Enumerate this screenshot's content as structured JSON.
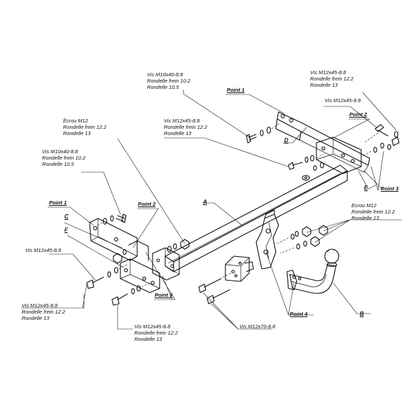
{
  "labels": {
    "vis_m10x40_top": [
      "Vis M10x40-8.8",
      "Rondelle frein 10.2",
      "Rondelle 10.5"
    ],
    "vis_m12x45_top_right": [
      "Vis M12x45-8.8",
      "Rondelle frein 12.2",
      "Rondelle 13"
    ],
    "vis_m12x45_right_single": [
      "Vis M12x45-8.8"
    ],
    "vis_m12x45_center": [
      "Vis M12x45-8.8",
      "Rondelle frein 12.2",
      "Rondelle 13"
    ],
    "ecrou_m12_left": [
      "Écrou M12",
      "Rondelle frein 12.2",
      "Rondelle 13"
    ],
    "vis_m10x40_left": [
      "Vis M10x40-8.8",
      "Rondelle frein 10.2",
      "Rondelle 10.5"
    ],
    "vis_m12x45_left_single": [
      "Vis M12x45-8.8"
    ],
    "ecrou_m12_right": [
      "Ecrou M12",
      "Rondelle frein 12.2",
      "Rondelle 13"
    ],
    "vis_m12x45_bottom_left": [
      "Vis M12x45-8.8",
      "Rondelle frein 12.2",
      "Rondelle 13"
    ],
    "vis_m12x45_bottom_center": [
      "Vis M12x45-8.8",
      "Rondelle frein 12.2",
      "Rondelle 13"
    ],
    "vis_m12x70": [
      "Vis M12x70-8.8"
    ],
    "point_1_top": "Point 1",
    "point_2_right": "Point 2",
    "point_1_left": "Point 1",
    "point_2_left": "Point 2",
    "point_3_right": "Point 3",
    "point_3_left": "Point 3",
    "point_4": "Point 4",
    "letter_a": "A",
    "letter_b": "B",
    "letter_c": "C",
    "letter_d": "D",
    "letter_e": "E",
    "letter_f": "F"
  }
}
